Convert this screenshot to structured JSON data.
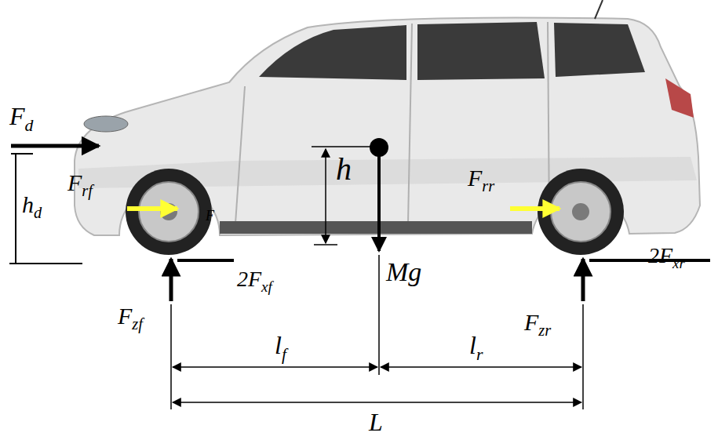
{
  "diagram": {
    "labels": [
      "Fd",
      "Frf",
      "h",
      "F",
      "Frr",
      "hd",
      "2Fxf",
      "Mg",
      "2Fxr",
      "Fzf",
      "Fzr",
      "lf",
      "lr",
      "L"
    ]
  }
}
